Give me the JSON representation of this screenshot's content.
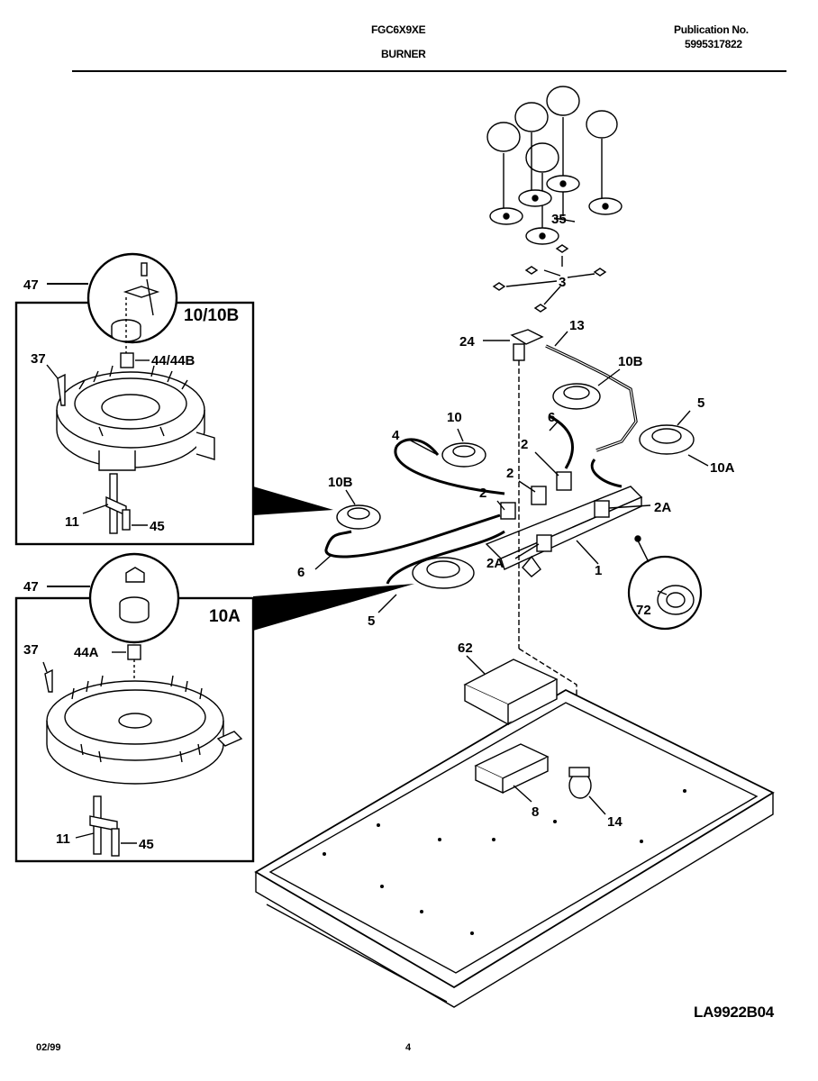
{
  "header": {
    "model": "FGC6X9XE",
    "section": "BURNER",
    "publication_label": "Publication No.",
    "publication_number": "5995317822"
  },
  "labels": {
    "p47a": "47",
    "p10_10B": "10/10B",
    "p37a": "37",
    "p44_44B": "44/44B",
    "p11a": "11",
    "p45a": "45",
    "p47b": "47",
    "p10A_box": "10A",
    "p37b": "37",
    "p44A": "44A",
    "p11b": "11",
    "p45b": "45",
    "p35": "35",
    "p3": "3",
    "p24": "24",
    "p13": "13",
    "p10B_top": "10B",
    "p5_right": "5",
    "p10_center": "10",
    "p4": "4",
    "p6_top": "6",
    "p2_a": "2",
    "p2_b": "2",
    "p2_c": "2",
    "p10A_right": "10A",
    "p2A_right": "2A",
    "p10B_left": "10B",
    "p6_left": "6",
    "p2A_left": "2A",
    "p1": "1",
    "p5_left": "5",
    "p72": "72",
    "p62": "62",
    "p8": "8",
    "p14": "14"
  },
  "footer": {
    "drawing_code": "LA9922B04",
    "date": "02/99",
    "page": "4"
  }
}
